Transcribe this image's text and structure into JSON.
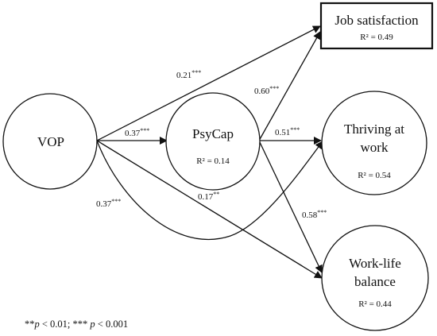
{
  "nodes": {
    "vop": {
      "label": "VOP"
    },
    "psycap": {
      "label": "PsyCap",
      "r2": "R² = 0.14"
    },
    "job_satisfaction": {
      "label": "Job satisfaction",
      "r2": "R² = 0.49"
    },
    "thriving": {
      "label_line1": "Thriving at",
      "label_line2": "work",
      "r2": "R² = 0.54"
    },
    "worklife": {
      "label_line1": "Work-life",
      "label_line2": "balance",
      "r2": "R² = 0.44"
    }
  },
  "paths": {
    "vop_job": {
      "coef": "0.21",
      "sig": "***"
    },
    "vop_psycap": {
      "coef": "0.37",
      "sig": "***"
    },
    "psycap_job": {
      "coef": "0.60",
      "sig": "***"
    },
    "psycap_thriving": {
      "coef": "0.51",
      "sig": "***"
    },
    "vop_thriving": {
      "coef": "0.37",
      "sig": "***"
    },
    "vop_worklife": {
      "coef": "0.17",
      "sig": "**"
    },
    "psycap_worklife": {
      "coef": "0.58",
      "sig": "***"
    }
  },
  "footnote": {
    "stars2": "**",
    "p1": "p",
    "text1": " < 0.01; *** ",
    "p2": "p",
    "text2": " < 0.001"
  },
  "colors": {
    "line": "#111111",
    "background": "#ffffff"
  }
}
